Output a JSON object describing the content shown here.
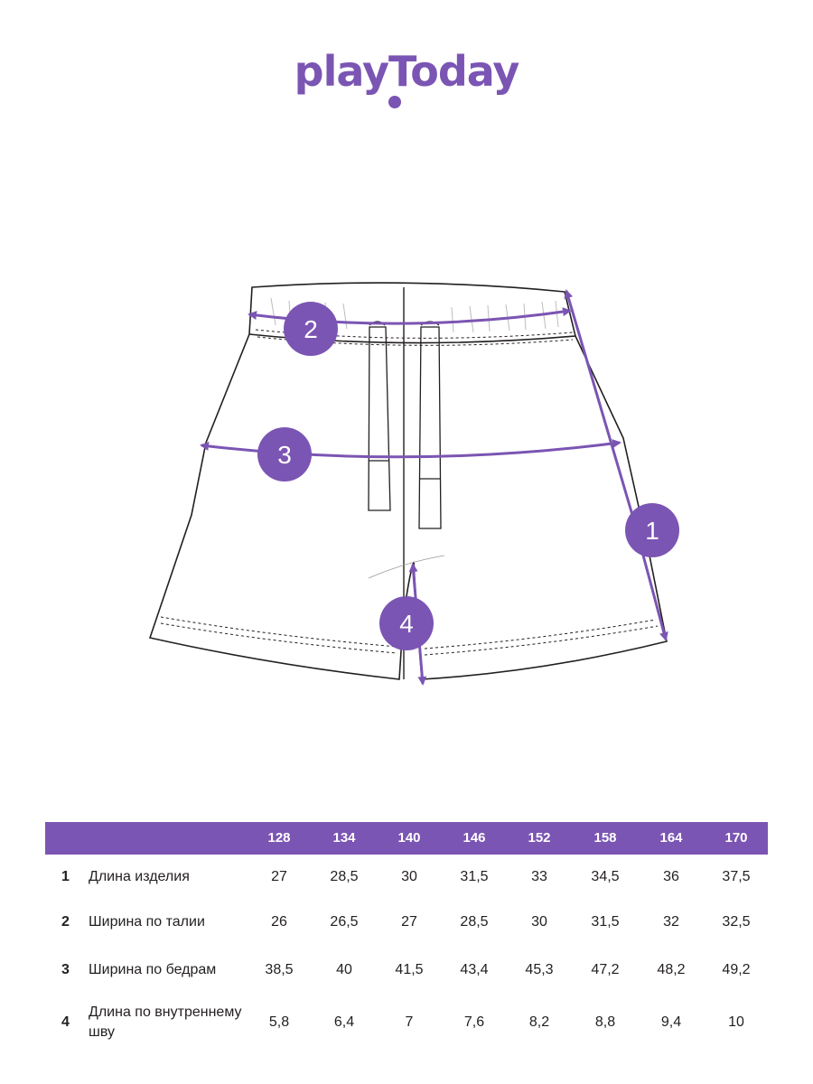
{
  "brand": {
    "logo_text": "playToday",
    "color": "#7b55b3"
  },
  "markers": [
    "1",
    "2",
    "3",
    "4"
  ],
  "table": {
    "sizes": [
      "128",
      "134",
      "140",
      "146",
      "152",
      "158",
      "164",
      "170"
    ],
    "rows": [
      {
        "num": "1",
        "label": "Длина изделия",
        "values": [
          "27",
          "28,5",
          "30",
          "31,5",
          "33",
          "34,5",
          "36",
          "37,5"
        ]
      },
      {
        "num": "2",
        "label": "Ширина по талии",
        "values": [
          "26",
          "26,5",
          "27",
          "28,5",
          "30",
          "31,5",
          "32",
          "32,5"
        ]
      },
      {
        "num": "3",
        "label": "Ширина по бедрам",
        "values": [
          "38,5",
          "40",
          "41,5",
          "43,4",
          "45,3",
          "47,2",
          "48,2",
          "49,2"
        ]
      },
      {
        "num": "4",
        "label": "Длина по внутреннему шву",
        "values": [
          "5,8",
          "6,4",
          "7",
          "7,6",
          "8,2",
          "8,8",
          "9,4",
          "10"
        ]
      }
    ]
  }
}
